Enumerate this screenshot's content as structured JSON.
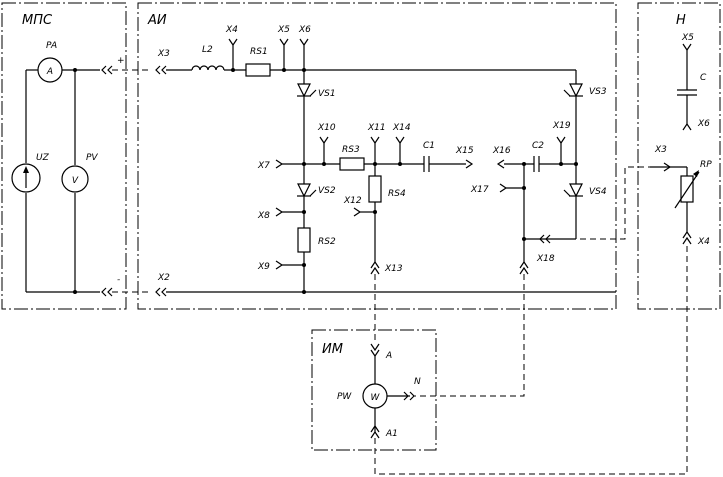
{
  "blocks": {
    "mps": "МПС",
    "ai": "АИ",
    "n": "Н",
    "im": "ИМ"
  },
  "meters": {
    "a": "A",
    "v": "V",
    "w": "W"
  },
  "labels": {
    "PA": "PA",
    "PV": "PV",
    "UZ": "UZ",
    "PW": "PW",
    "L2": "L2",
    "RS1": "RS1",
    "RS2": "RS2",
    "RS3": "RS3",
    "RS4": "RS4",
    "C1": "C1",
    "C2": "C2",
    "C": "C",
    "RP": "RP",
    "VS1": "VS1",
    "VS2": "VS2",
    "VS3": "VS3",
    "VS4": "VS4",
    "X2": "X2",
    "X3": "X3",
    "X4": "X4",
    "X5": "X5",
    "X6": "X6",
    "X7": "X7",
    "X8": "X8",
    "X9": "X9",
    "X10": "X10",
    "X11": "X11",
    "X12": "X12",
    "X13": "X13",
    "X14": "X14",
    "X15": "X15",
    "X16": "X16",
    "X17": "X17",
    "X18": "X18",
    "X19": "X19",
    "n_X3": "X3",
    "n_X4": "X4",
    "n_X5": "X5",
    "n_X6": "X6",
    "A": "A",
    "A1": "A1",
    "N": "N"
  },
  "marks": {
    "plus": "+",
    "minus": "-"
  }
}
